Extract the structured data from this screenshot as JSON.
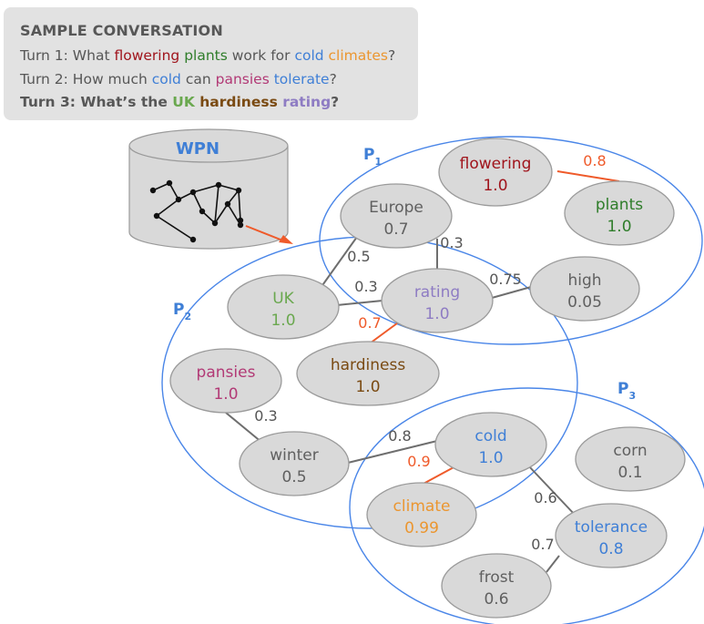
{
  "conversation": {
    "title": "SAMPLE CONVERSATION",
    "turns": [
      {
        "id": "turn-1",
        "bold": false,
        "segments": [
          {
            "text": "Turn 1: What ",
            "color": ""
          },
          {
            "text": "flowering",
            "color": "#a0141c"
          },
          {
            "text": " ",
            "color": ""
          },
          {
            "text": "plants",
            "color": "#2f7d2a"
          },
          {
            "text": " work for ",
            "color": ""
          },
          {
            "text": "cold",
            "color": "#3f7fd6"
          },
          {
            "text": " ",
            "color": ""
          },
          {
            "text": "climates",
            "color": "#eb9630"
          },
          {
            "text": "?",
            "color": ""
          }
        ]
      },
      {
        "id": "turn-2",
        "bold": false,
        "segments": [
          {
            "text": "Turn 2: How much ",
            "color": ""
          },
          {
            "text": "cold",
            "color": "#3f7fd6"
          },
          {
            "text": " can ",
            "color": ""
          },
          {
            "text": "pansies",
            "color": "#b23a76"
          },
          {
            "text": " ",
            "color": ""
          },
          {
            "text": "tolerate",
            "color": "#3f7fd6"
          },
          {
            "text": "?",
            "color": ""
          }
        ]
      },
      {
        "id": "turn-3",
        "bold": true,
        "segments": [
          {
            "text": "Turn 3: What’s the ",
            "color": ""
          },
          {
            "text": "UK",
            "color": "#6aa84f"
          },
          {
            "text": " ",
            "color": ""
          },
          {
            "text": "hardiness",
            "color": "#7a4a12"
          },
          {
            "text": " ",
            "color": ""
          },
          {
            "text": "rating",
            "color": "#8e7cc3"
          },
          {
            "text": "?",
            "color": ""
          }
        ]
      }
    ]
  },
  "database": {
    "label": "WPN"
  },
  "partitions": [
    {
      "id": "p1",
      "letter": "P",
      "sub": "1"
    },
    {
      "id": "p2",
      "letter": "P",
      "sub": "2"
    },
    {
      "id": "p3",
      "letter": "P",
      "sub": "3"
    }
  ],
  "nodes": [
    {
      "id": "flowering",
      "label": "flowering",
      "value": "1.0",
      "color": "#a0141c"
    },
    {
      "id": "plants",
      "label": "plants",
      "value": "1.0",
      "color": "#2f7d2a"
    },
    {
      "id": "europe",
      "label": "Europe",
      "value": "0.7",
      "color": "#606060"
    },
    {
      "id": "high",
      "label": "high",
      "value": "0.05",
      "color": "#606060"
    },
    {
      "id": "uk",
      "label": "UK",
      "value": "1.0",
      "color": "#6aa84f"
    },
    {
      "id": "rating",
      "label": "rating",
      "value": "1.0",
      "color": "#8e7cc3"
    },
    {
      "id": "hardiness",
      "label": "hardiness",
      "value": "1.0",
      "color": "#7a4a12"
    },
    {
      "id": "pansies",
      "label": "pansies",
      "value": "1.0",
      "color": "#b23a76"
    },
    {
      "id": "winter",
      "label": "winter",
      "value": "0.5",
      "color": "#606060"
    },
    {
      "id": "cold",
      "label": "cold",
      "value": "1.0",
      "color": "#3f7fd6"
    },
    {
      "id": "corn",
      "label": "corn",
      "value": "0.1",
      "color": "#606060"
    },
    {
      "id": "climate",
      "label": "climate",
      "value": "0.99",
      "color": "#eb9630"
    },
    {
      "id": "tolerance",
      "label": "tolerance",
      "value": "0.8",
      "color": "#3f7fd6"
    },
    {
      "id": "frost",
      "label": "frost",
      "value": "0.6",
      "color": "#606060"
    }
  ],
  "edges": [
    {
      "from": "flowering",
      "to": "plants",
      "weight": "0.8",
      "highlight": true
    },
    {
      "from": "europe",
      "to": "rating",
      "weight": "0.3",
      "highlight": false
    },
    {
      "from": "europe",
      "to": "uk",
      "weight": "0.5",
      "highlight": false
    },
    {
      "from": "uk",
      "to": "rating",
      "weight": "0.3",
      "highlight": false
    },
    {
      "from": "rating",
      "to": "high",
      "weight": "0.75",
      "highlight": false
    },
    {
      "from": "rating",
      "to": "hardiness",
      "weight": "0.7",
      "highlight": true
    },
    {
      "from": "pansies",
      "to": "winter",
      "weight": "0.3",
      "highlight": false
    },
    {
      "from": "winter",
      "to": "cold",
      "weight": "0.8",
      "highlight": false
    },
    {
      "from": "cold",
      "to": "climate",
      "weight": "0.9",
      "highlight": true
    },
    {
      "from": "cold",
      "to": "tolerance",
      "weight": "0.6",
      "highlight": false
    },
    {
      "from": "frost",
      "to": "tolerance",
      "weight": "0.7",
      "highlight": false
    }
  ],
  "colors": {
    "partition_outline": "#4a86e8",
    "node_fill": "#d9d9d9",
    "node_stroke": "#9a9a9a",
    "edge": "#6e6e6e",
    "edge_highlight": "#ef5a2a",
    "weight_text": "#555555",
    "partition_label": "#3f7fd6",
    "database_fill": "#d9d9d9"
  }
}
